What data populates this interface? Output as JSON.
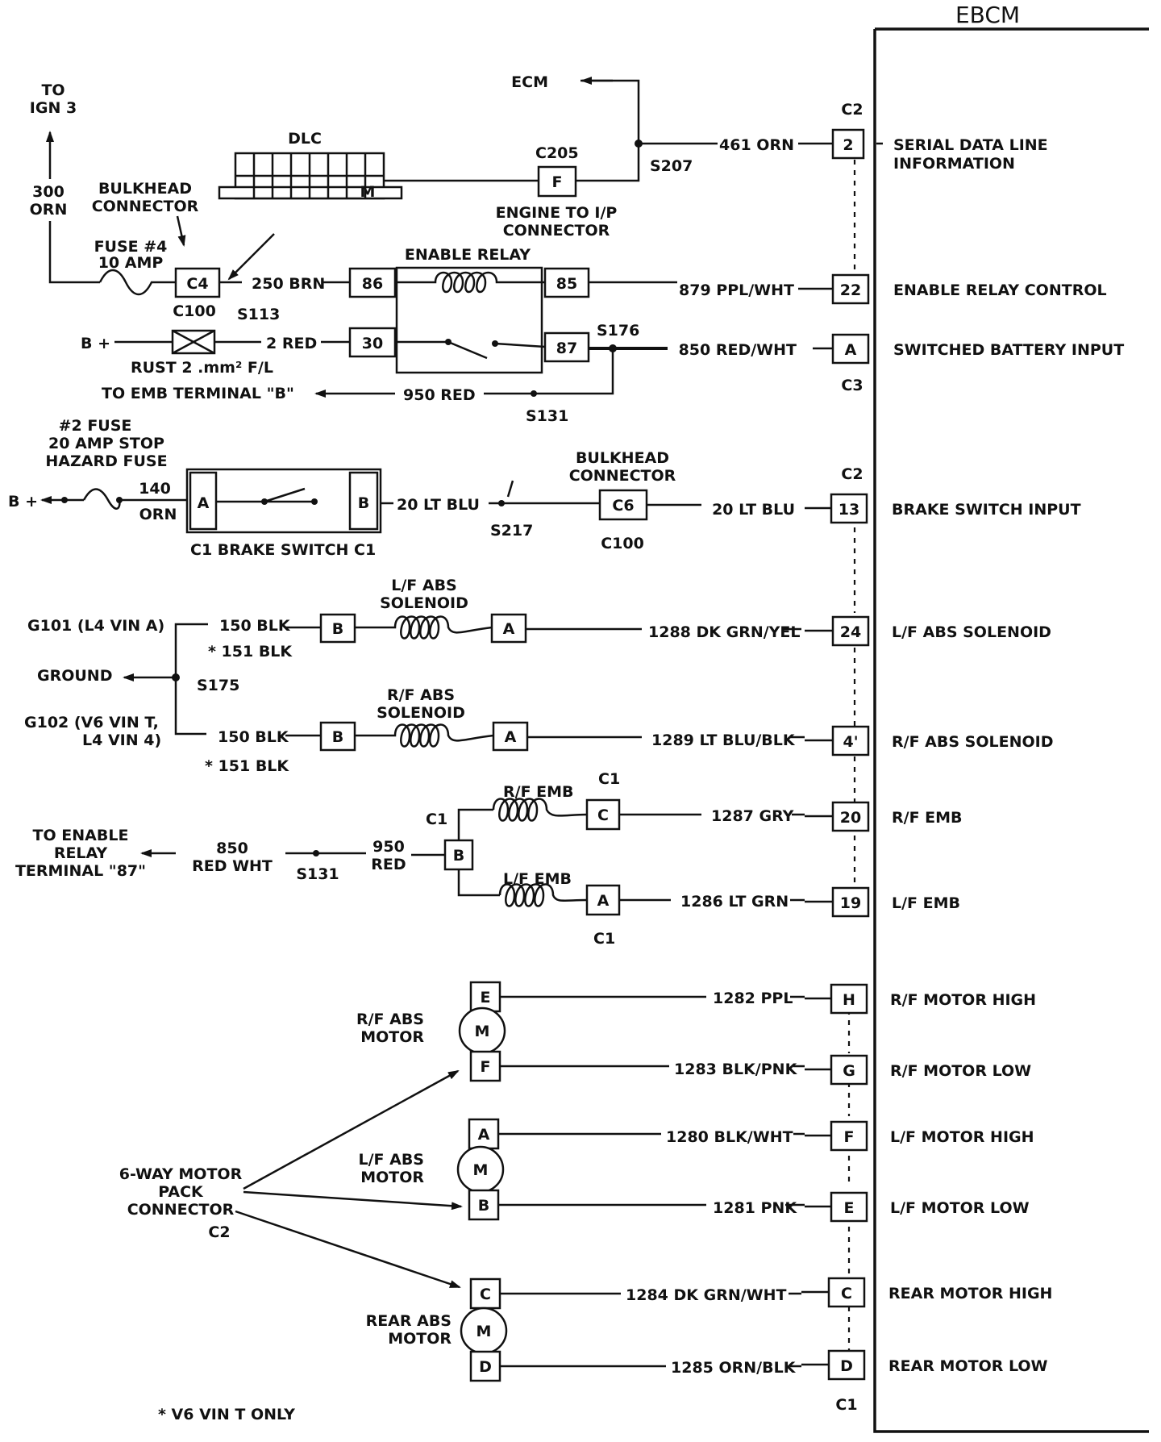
{
  "ebcm": {
    "title": "EBCM",
    "c2": "C2",
    "c3": "C3",
    "c1": "C1"
  },
  "pins": {
    "p2": {
      "pin": "2",
      "wire": "461 ORN",
      "name1": "SERIAL DATA LINE",
      "name2": "INFORMATION"
    },
    "p22": {
      "pin": "22",
      "wire": "879 PPL/WHT",
      "name": "ENABLE RELAY CONTROL"
    },
    "pA3": {
      "pin": "A",
      "wire": "850 RED/WHT",
      "name": "SWITCHED BATTERY INPUT"
    },
    "p13": {
      "pin": "13",
      "wire": "20 LT BLU",
      "name": "BRAKE SWITCH INPUT"
    },
    "p24": {
      "pin": "24",
      "wire": "1288 DK GRN/YEL",
      "name": "L/F ABS SOLENOID"
    },
    "p4": {
      "pin": "4'",
      "wire": "1289 LT BLU/BLK",
      "name": "R/F ABS SOLENOID"
    },
    "p20": {
      "pin": "20",
      "wire": "1287 GRY",
      "name": "R/F EMB"
    },
    "p19": {
      "pin": "19",
      "wire": "1286 LT GRN",
      "name": "L/F EMB"
    },
    "pH": {
      "pin": "H",
      "wire": "1282 PPL",
      "name": "R/F MOTOR HIGH"
    },
    "pG": {
      "pin": "G",
      "wire": "1283 BLK/PNK",
      "name": "R/F MOTOR LOW"
    },
    "pF": {
      "pin": "F",
      "wire": "1280 BLK/WHT",
      "name": "L/F MOTOR HIGH"
    },
    "pE": {
      "pin": "E",
      "wire": "1281 PNK",
      "name": "L/F MOTOR LOW"
    },
    "pC": {
      "pin": "C",
      "wire": "1284 DK GRN/WHT",
      "name": "REAR MOTOR HIGH"
    },
    "pD": {
      "pin": "D",
      "wire": "1285 ORN/BLK",
      "name": "REAR MOTOR LOW"
    }
  },
  "top": {
    "to_ign": "TO",
    "ign3": "IGN 3",
    "w300": "300",
    "orn": "ORN",
    "bulkhead1": "BULKHEAD",
    "connector1": "CONNECTOR",
    "fuse4": "FUSE #4",
    "amp10": "10 AMP",
    "c4": "C4",
    "w250": "250 BRN",
    "s113": "S113",
    "c100": "C100",
    "bplus": "B +",
    "w2red": "2 RED",
    "rust": "RUST 2 .mm² F/L",
    "to_emb": "TO EMB TERMINAL \"B\"",
    "w950": "950 RED",
    "s131": "S131",
    "ecm": "ECM",
    "dlc": "DLC",
    "dlc_m": "M",
    "c205": "C205",
    "f": "F",
    "s207": "S207",
    "eng1": "ENGINE TO I/P",
    "eng2": "CONNECTOR",
    "enable_relay": "ENABLE RELAY",
    "t86": "86",
    "t85": "85",
    "t30": "30",
    "t87": "87",
    "s176": "S176"
  },
  "brake": {
    "fuse1": "#2 FUSE",
    "fuse2": "20 AMP STOP",
    "fuse3": "HAZARD FUSE",
    "bplus": "B +",
    "w140": "140",
    "orn": "ORN",
    "tA": "A",
    "tB": "B",
    "caption": "C1 BRAKE SWITCH C1",
    "w20": "20 LT BLU",
    "s217": "S217",
    "bulk1": "BULKHEAD",
    "bulk2": "CONNECTOR",
    "c6": "C6",
    "c100": "C100"
  },
  "sol": {
    "g101": "G101 (L4 VIN A)",
    "ground": "GROUND",
    "g102a": "G102 (V6 VIN T,",
    "g102b": "L4 VIN 4)",
    "s175": "S175",
    "w150": "150 BLK",
    "w151": "* 151 BLK",
    "lf1": "L/F ABS",
    "lf2": "SOLENOID",
    "rf1": "R/F ABS",
    "rf2": "SOLENOID",
    "tA": "A",
    "tB": "B"
  },
  "emb": {
    "to1": "TO ENABLE",
    "to2": "RELAY",
    "to3": "TERMINAL \"87\"",
    "w850a": "850",
    "w850b": "RED WHT",
    "s131": "S131",
    "w950a": "950",
    "w950b": "RED",
    "c1": "C1",
    "tB": "B",
    "rf": "R/F EMB",
    "lf": "L/F EMB",
    "tC": "C",
    "tA": "A"
  },
  "motors": {
    "rf1": "R/F ABS",
    "rf2": "MOTOR",
    "lf1": "L/F ABS",
    "lf2": "MOTOR",
    "rear1": "REAR ABS",
    "rear2": "MOTOR",
    "m": "M",
    "pack1": "6-WAY MOTOR",
    "pack2": "PACK",
    "pack3": "CONNECTOR",
    "pack4": "C2",
    "tE": "E",
    "tF": "F",
    "tA": "A",
    "tB": "B",
    "tC": "C",
    "tD": "D"
  },
  "footnote": "* V6 VIN T ONLY"
}
